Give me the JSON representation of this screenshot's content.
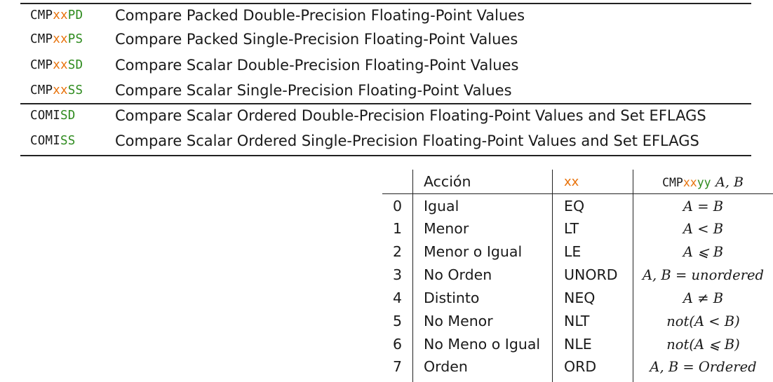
{
  "instructions": [
    {
      "prefix": "CMP",
      "xx": "xx",
      "suffix": "PD",
      "description": "Compare Packed Double-Precision Floating-Point Values"
    },
    {
      "prefix": "CMP",
      "xx": "xx",
      "suffix": "PS",
      "description": "Compare Packed Single-Precision Floating-Point Values"
    },
    {
      "prefix": "CMP",
      "xx": "xx",
      "suffix": "SD",
      "description": "Compare Scalar Double-Precision Floating-Point Values"
    },
    {
      "prefix": "CMP",
      "xx": "xx",
      "suffix": "SS",
      "description": "Compare Scalar Single-Precision Floating-Point Values"
    },
    {
      "prefix": "COMI",
      "xx": "",
      "suffix": "SD",
      "description": "Compare Scalar Ordered Double-Precision Floating-Point Values and Set EFLAGS"
    },
    {
      "prefix": "COMI",
      "xx": "",
      "suffix": "SS",
      "description": "Compare Scalar Ordered Single-Precision Floating-Point Values and Set EFLAGS"
    }
  ],
  "predicate_table": {
    "headers": {
      "accion": "Acción",
      "xx": "xx",
      "syntax_prefix": "CMP",
      "syntax_xx": "xx",
      "syntax_yy": "yy",
      "syntax_args": "A, B"
    },
    "rows": [
      {
        "index": "0",
        "accion": "Igual",
        "code": "EQ",
        "condition": "A = B"
      },
      {
        "index": "1",
        "accion": "Menor",
        "code": "LT",
        "condition": "A < B"
      },
      {
        "index": "2",
        "accion": "Menor o Igual",
        "code": "LE",
        "condition": "A ⩽ B"
      },
      {
        "index": "3",
        "accion": "No Orden",
        "code": "UNORD",
        "condition": "A, B = unordered"
      },
      {
        "index": "4",
        "accion": "Distinto",
        "code": "NEQ",
        "condition": "A ≠ B"
      },
      {
        "index": "5",
        "accion": "No Menor",
        "code": "NLT",
        "condition": "not(A < B)"
      },
      {
        "index": "6",
        "accion": "No Meno o Igual",
        "code": "NLE",
        "condition": "not(A ⩽ B)"
      },
      {
        "index": "7",
        "accion": "Orden",
        "code": "ORD",
        "condition": "A, B = Ordered"
      }
    ]
  }
}
